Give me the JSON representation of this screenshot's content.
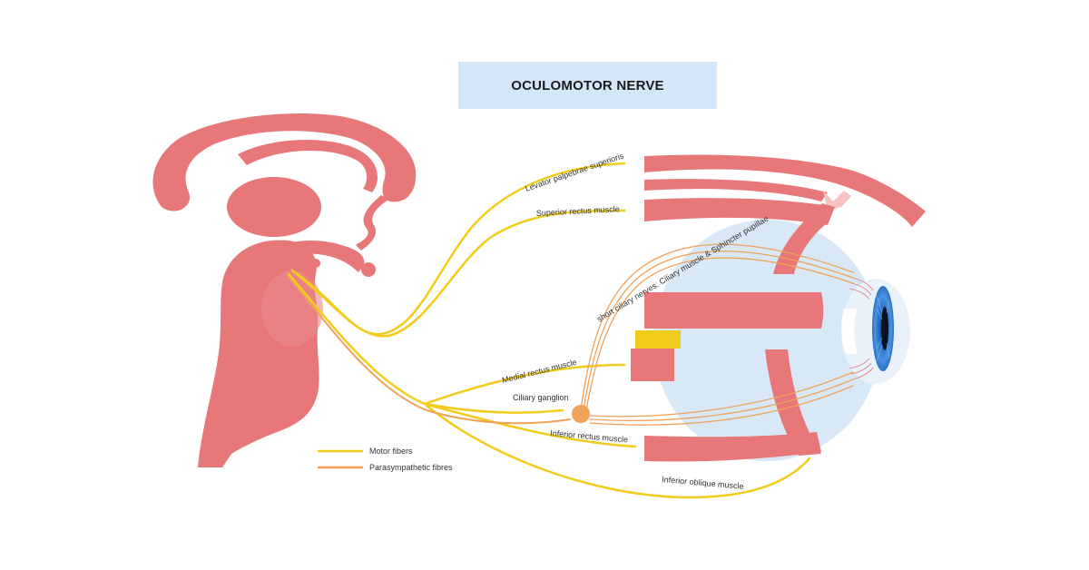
{
  "title": "OCULOMOTOR NERVE",
  "colors": {
    "motor": "#f2cc1c",
    "parasympathetic": "#f0a25a",
    "tissue": "#e8777a",
    "tissue_light": "#f6c2c2",
    "eyeball": "#d8e8f7",
    "iris": "#2a6fc4"
  },
  "labels": {
    "levator": "Levator palpebrae superioris",
    "superior_rectus": "Superior rectus muscle",
    "short_ciliary": "short ciliary nerves: Ciliary muscle & Sphincter pupillae",
    "medial_rectus": "Medial rectus muscle",
    "ciliary_ganglion": "Ciliary ganglion",
    "inferior_rectus": "Inferior rectus muscle",
    "inferior_oblique": "Inferior oblique muscle"
  },
  "legend": {
    "motor": "Motor fibers",
    "parasympathetic": "Parasympathetic fibres"
  }
}
